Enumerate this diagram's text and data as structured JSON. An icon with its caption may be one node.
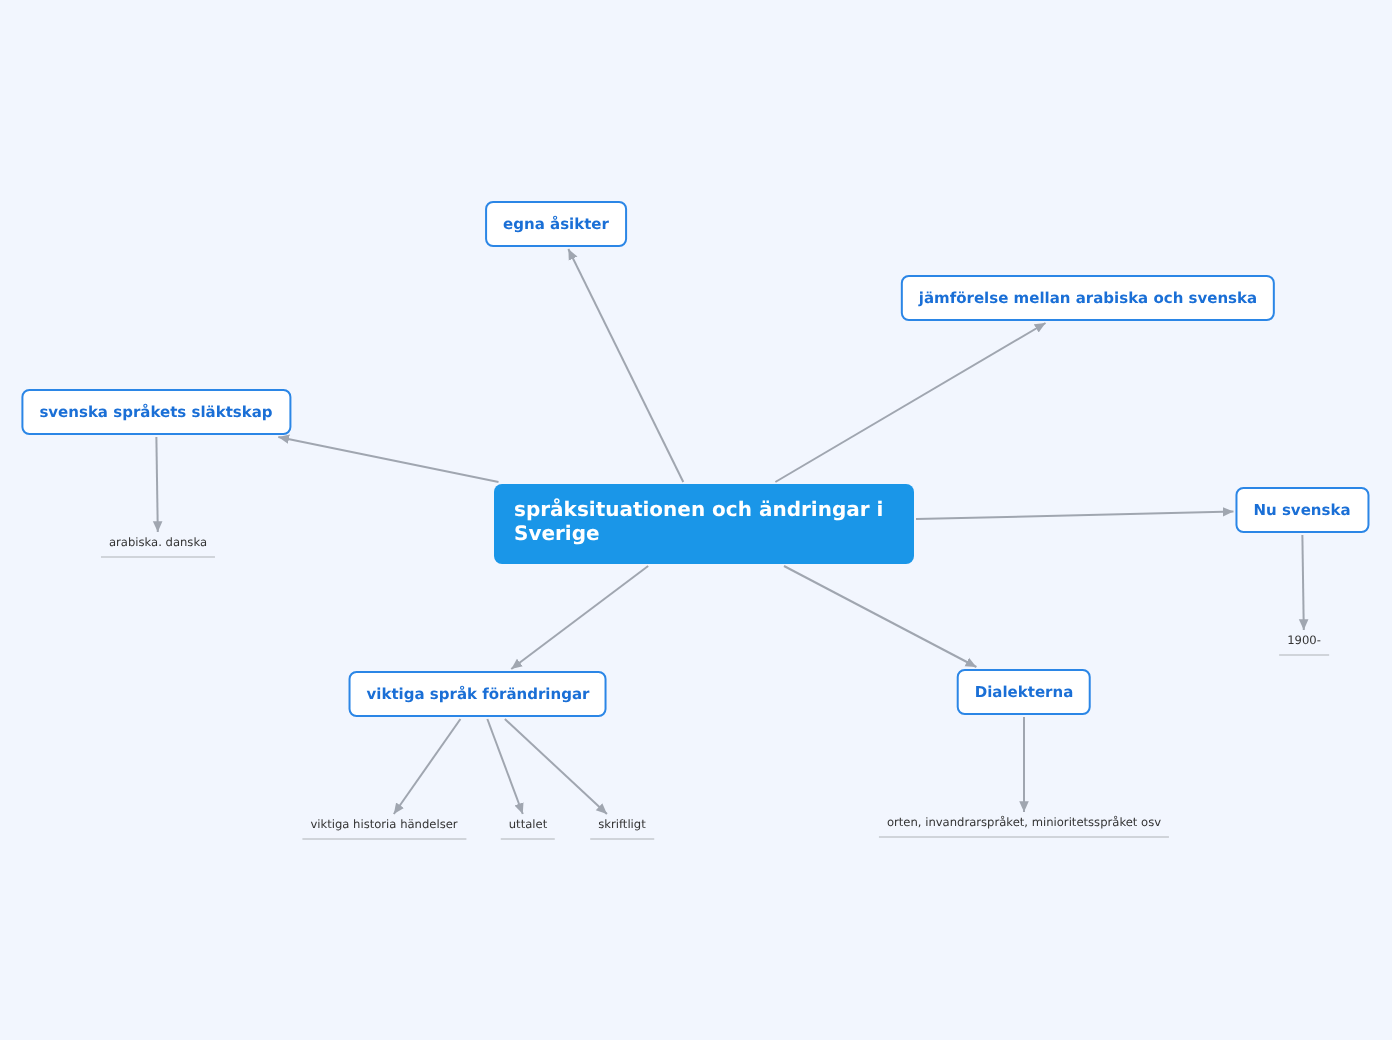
{
  "diagram": {
    "nodes": [
      {
        "text": [
          "språksituationen och ändringar i Sverige"
        ]
      },
      {
        "text": [
          "egna åsikter"
        ]
      },
      {
        "text": [
          "jämförelse mellan arabiska och svenska"
        ]
      },
      {
        "text": [
          "svenska språkets släktskap"
        ]
      },
      {
        "text": [
          "Nu svenska"
        ]
      },
      {
        "text": [
          "viktiga språk förändringar"
        ]
      },
      {
        "text": [
          "Dialekterna"
        ]
      },
      {
        "text": [
          "arabiska. danska"
        ]
      },
      {
        "text": [
          "viktiga historia händelser"
        ]
      },
      {
        "text": [
          "uttalet"
        ]
      },
      {
        "text": [
          "skriftligt"
        ]
      },
      {
        "text": [
          "orten, invandrarspråket, minioritetsspråket osv"
        ]
      },
      {
        "text": [
          "1900-"
        ]
      }
    ],
    "edges": [
      {
        "from": 0,
        "to": 1,
        "arrow": "to"
      },
      {
        "from": 0,
        "to": 2,
        "arrow": "to"
      },
      {
        "from": 0,
        "to": 3,
        "arrow": "to"
      },
      {
        "from": 0,
        "to": 4,
        "arrow": "to"
      },
      {
        "from": 0,
        "to": 5,
        "arrow": "to"
      },
      {
        "from": 0,
        "to": 6,
        "arrow": "to"
      },
      {
        "from": 3,
        "to": 7,
        "arrow": "to"
      },
      {
        "from": 5,
        "to": 8,
        "arrow": "to"
      },
      {
        "from": 5,
        "to": 9,
        "arrow": "to"
      },
      {
        "from": 5,
        "to": 10,
        "arrow": "to"
      },
      {
        "from": 6,
        "to": 11,
        "arrow": "to"
      },
      {
        "from": 4,
        "to": 12,
        "arrow": "to"
      }
    ]
  }
}
